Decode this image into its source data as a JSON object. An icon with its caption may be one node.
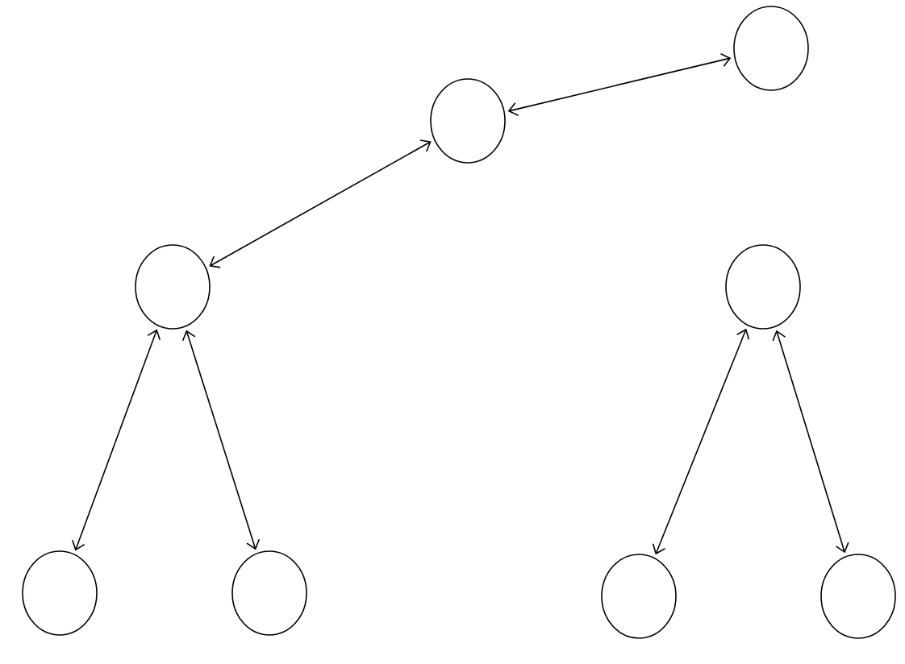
{
  "diagram": {
    "nodes": [
      {
        "text": [],
        "shape": "circle"
      },
      {
        "text": [],
        "shape": "circle"
      },
      {
        "text": [],
        "shape": "circle"
      },
      {
        "text": [],
        "shape": "circle"
      },
      {
        "text": [],
        "shape": "circle"
      },
      {
        "text": [],
        "shape": "circle"
      },
      {
        "text": [],
        "shape": "circle"
      },
      {
        "text": [],
        "shape": "circle"
      }
    ],
    "edges": [
      {
        "from": 1,
        "to": 0,
        "arrow": "both"
      },
      {
        "from": 1,
        "to": 2,
        "arrow": "both"
      },
      {
        "from": 2,
        "to": 4,
        "arrow": "both"
      },
      {
        "from": 2,
        "to": 5,
        "arrow": "both"
      },
      {
        "from": 3,
        "to": 6,
        "arrow": "both"
      },
      {
        "from": 3,
        "to": 7,
        "arrow": "both"
      }
    ]
  }
}
